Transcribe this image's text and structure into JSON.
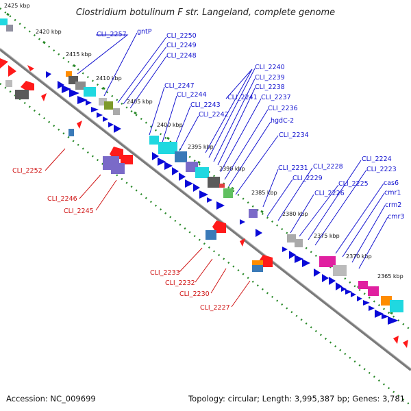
{
  "title": "Clostridium botulinum F str. Langeland, complete genome",
  "footer": {
    "accession": "Accession: NC_009699",
    "summary": "Topology: circular; Length: 3,995,387 bp; Genes: 3,781"
  },
  "ticks": [
    "2425 kbp",
    "2420 kbp",
    "2415 kbp",
    "2410 kbp",
    "2405 kbp",
    "2400 kbp",
    "2395 kbp",
    "2390 kbp",
    "2385 kbp",
    "2380 kbp",
    "2375 kbp",
    "2370 kbp",
    "2365 kbp"
  ],
  "forward_genes": [
    "CLI_2257",
    "gntP",
    "CLI_2250",
    "CLI_2249",
    "CLI_2248",
    "CLI_2247",
    "CLI_2244",
    "CLI_2243",
    "CLI_2242",
    "CLI_2241",
    "CLI_2240",
    "CLI_2239",
    "CLI_2238",
    "CLI_2237",
    "CLI_2236",
    "hgdC-2",
    "CLI_2234",
    "CLI_2231",
    "CLI_2229",
    "CLI_2228",
    "CLI_2226",
    "CLI_2225",
    "CLI_2224",
    "CLI_2223",
    "cas6",
    "cmr1",
    "crm2",
    "cmr3"
  ],
  "reverse_genes": [
    "CLI_2252",
    "CLI_2246",
    "CLI_2245",
    "CLI_2233",
    "CLI_2232",
    "CLI_2230",
    "CLI_2227"
  ],
  "colors": {
    "forward_label": "#1515d0",
    "reverse_label": "#d01515",
    "backbone": "#7a7a7a",
    "tick_dots": "#2a8a2a"
  }
}
